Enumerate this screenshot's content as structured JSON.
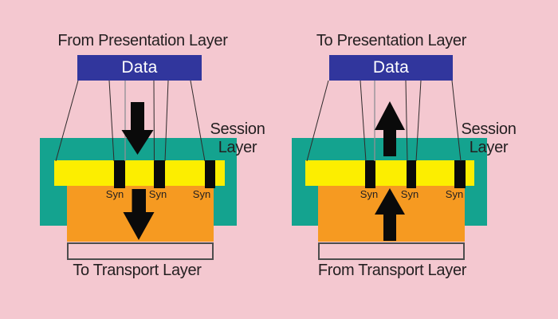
{
  "colors": {
    "background": "#F4C8D0",
    "data_box": "#31369D",
    "session_box": "#14A38F",
    "sync_band": "#FCEE00",
    "payload_box": "#F69A21",
    "marks_and_arrows": "#0A0A0A",
    "text": "#231F20"
  },
  "diagrams": [
    {
      "top_label": "From Presentation Layer",
      "data_box_label": "Data",
      "session_label_line1": "Session",
      "session_label_line2": "Layer",
      "syn_labels": [
        "Syn",
        "Syn",
        "Syn"
      ],
      "bottom_label": "To Transport Layer",
      "arrow_direction": "down"
    },
    {
      "top_label": "To Presentation Layer",
      "data_box_label": "Data",
      "session_label_line1": "Session",
      "session_label_line2": "Layer",
      "syn_labels": [
        "Syn",
        "Syn",
        "Syn"
      ],
      "bottom_label": "From Transport Layer",
      "arrow_direction": "up"
    }
  ]
}
